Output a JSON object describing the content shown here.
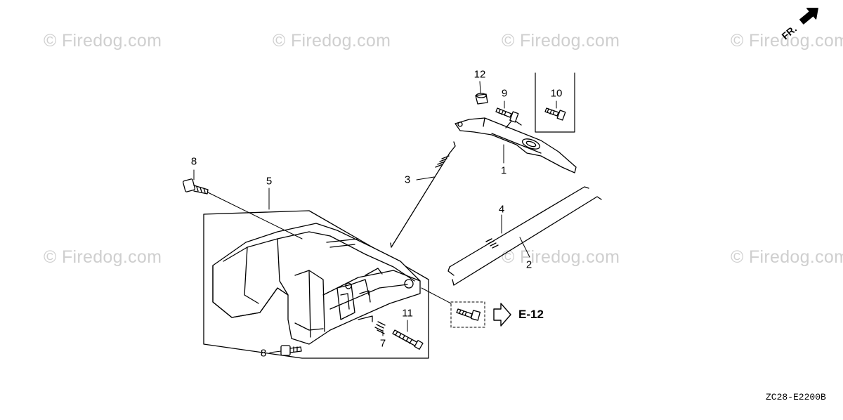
{
  "watermark_text": "© Firedog.com",
  "callouts": {
    "c1": "1",
    "c2": "2",
    "c3": "3",
    "c4": "4",
    "c5": "5",
    "c7": "7",
    "c8a": "8",
    "c8b": "8",
    "c9": "9",
    "c10": "10",
    "c11": "11",
    "c12": "12"
  },
  "reference_label": "E-12",
  "diagram_code": "ZC28-E2200B",
  "front_indicator": "FR."
}
